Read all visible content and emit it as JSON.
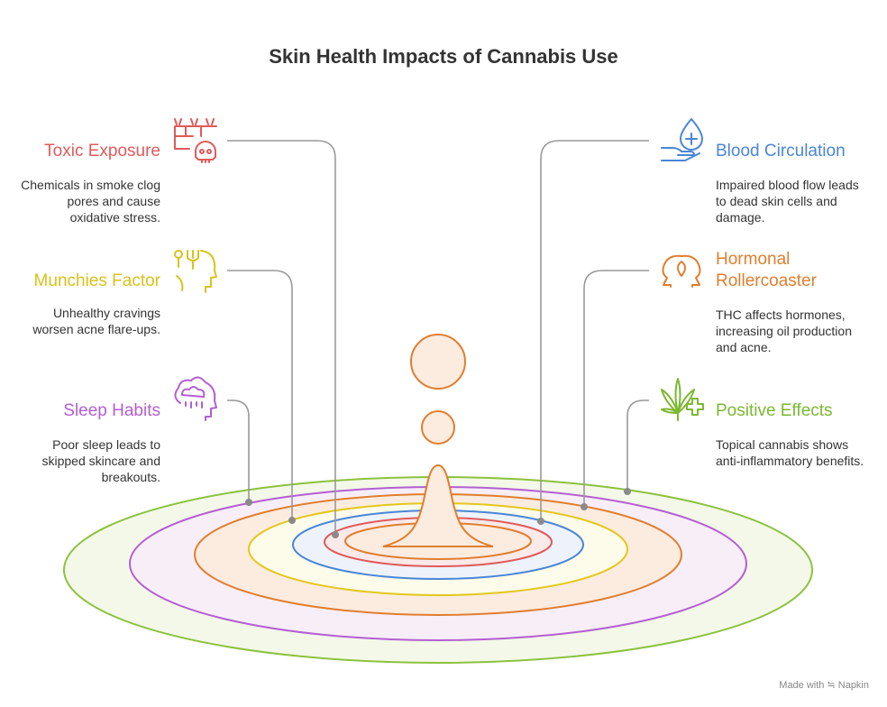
{
  "title": "Skin Health Impacts of Cannabis Use",
  "footer": "Made with ≒ Napkin",
  "items": {
    "toxic": {
      "heading": "Toxic Exposure",
      "description": "Chemicals in smoke clog pores and cause oxidative stress.",
      "color": "#e05a5a",
      "icon": "toxic-wall-skull-icon"
    },
    "munchies": {
      "heading": "Munchies Factor",
      "description": "Unhealthy cravings worsen acne flare-ups.",
      "color": "#d9c21a",
      "icon": "fork-spoon-head-icon"
    },
    "sleep": {
      "heading": "Sleep Habits",
      "description": "Poor sleep leads to skipped skincare and breakouts.",
      "color": "#b35fd1",
      "icon": "cloud-head-icon"
    },
    "blood": {
      "heading": "Blood Circulation",
      "description": "Impaired blood flow leads to dead skin cells and damage.",
      "color": "#4a86d6",
      "icon": "blood-drop-hand-icon"
    },
    "hormonal": {
      "heading": "Hormonal\nRollercoaster",
      "description": "THC affects hormones, increasing oil production and acne.",
      "color": "#e07e2e",
      "icon": "two-heads-icon"
    },
    "positive": {
      "heading": "Positive Effects",
      "description": "Topical cannabis shows anti-inflammatory benefits.",
      "color": "#7cb832",
      "icon": "cannabis-leaf-plus-icon"
    }
  }
}
